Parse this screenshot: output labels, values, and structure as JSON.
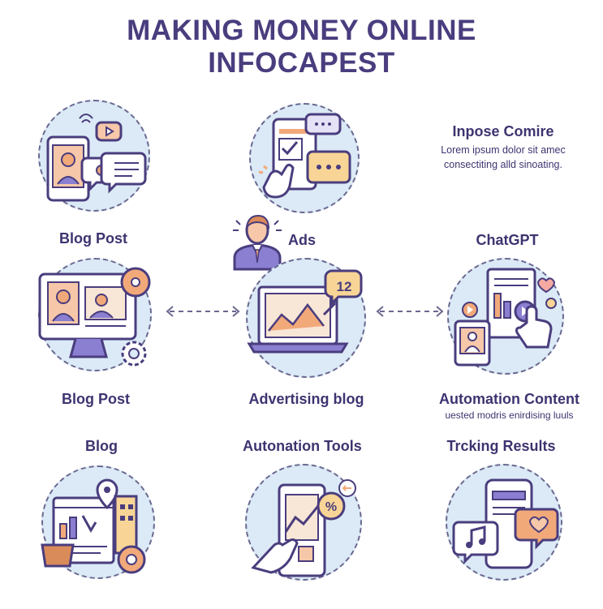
{
  "title": {
    "line1": "MAKING MONEY ONLINE",
    "line2": "INFOCAPEST"
  },
  "note": {
    "heading": "Inpose Comire",
    "body_line1": "Lorem ipsum dolor sit amec",
    "body_line2": "consectiting alld sinoating."
  },
  "row1": [
    {
      "label": "Blog Post",
      "icon": "phone-chat-icon"
    },
    {
      "label": "Ads",
      "icon": "tablet-ads-icon"
    }
  ],
  "person_icon": "person-icon",
  "row2": [
    {
      "label": "Blog Post",
      "icon": "monitor-gear-icon"
    },
    {
      "label": "Advertising blog",
      "icon": "laptop-chart-icon",
      "badge": "12"
    },
    {
      "label": "ChatGPT",
      "icon": "document-video-icon"
    }
  ],
  "row2_extra": {
    "label": "Automation Content",
    "sublabel": "uested modris enirdising luuls"
  },
  "row3": [
    {
      "label": "Blog",
      "icon": "browser-chart-icon"
    },
    {
      "label": "Autonation Tools",
      "icon": "tablet-percent-icon"
    },
    {
      "label": "Trcking Results",
      "icon": "phone-music-icon"
    }
  ],
  "colors": {
    "accent": "#4a3d7e",
    "circle": "#dbeaf6",
    "orange": "#f2a97a",
    "purple": "#8a7fd0"
  }
}
